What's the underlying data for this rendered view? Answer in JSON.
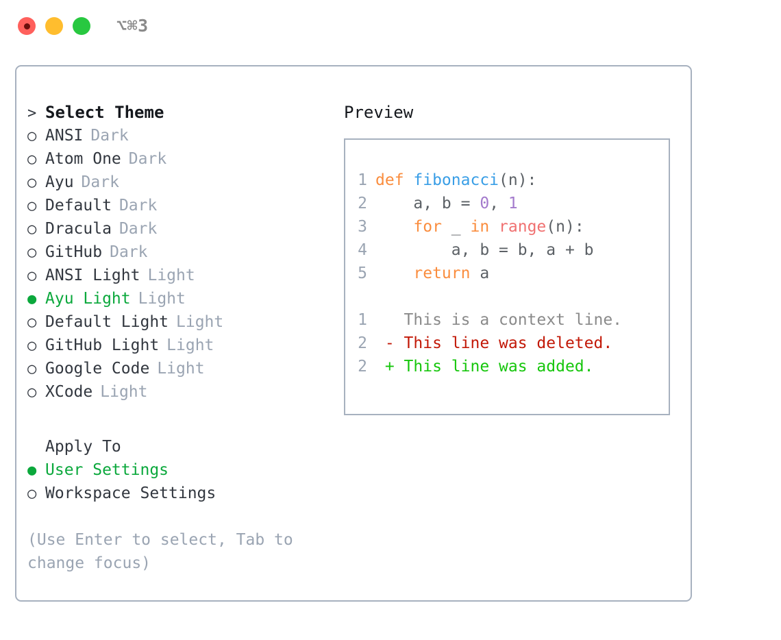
{
  "window": {
    "shortcut": "⌥⌘3",
    "traffic_lights": [
      {
        "name": "close",
        "color": "#ff605c"
      },
      {
        "name": "minimize",
        "color": "#ffbd2e"
      },
      {
        "name": "maximize",
        "color": "#28c840"
      }
    ]
  },
  "colors": {
    "accent_green": "#0ba83c",
    "muted": "#9aa4b2",
    "text": "#32373f",
    "border": "#a7b1bf",
    "diff_add": "#16c60c",
    "diff_del": "#c21807",
    "diff_ctx": "#8a8a8a"
  },
  "theme_picker": {
    "title": "Select Theme",
    "title_marker": ">",
    "marker_selected": "●",
    "marker_unselected": "○",
    "items": [
      {
        "label": "ANSI",
        "variant": "Dark",
        "selected": false
      },
      {
        "label": "Atom One",
        "variant": "Dark",
        "selected": false
      },
      {
        "label": "Ayu",
        "variant": "Dark",
        "selected": false
      },
      {
        "label": "Default",
        "variant": "Dark",
        "selected": false
      },
      {
        "label": "Dracula",
        "variant": "Dark",
        "selected": false
      },
      {
        "label": "GitHub",
        "variant": "Dark",
        "selected": false
      },
      {
        "label": "ANSI Light",
        "variant": "Light",
        "selected": false
      },
      {
        "label": "Ayu Light",
        "variant": "Light",
        "selected": true
      },
      {
        "label": "Default Light",
        "variant": "Light",
        "selected": false
      },
      {
        "label": "GitHub Light",
        "variant": "Light",
        "selected": false
      },
      {
        "label": "Google Code",
        "variant": "Light",
        "selected": false
      },
      {
        "label": "XCode",
        "variant": "Light",
        "selected": false
      }
    ]
  },
  "apply_to": {
    "title": "Apply To",
    "options": [
      {
        "label": "User Settings",
        "selected": true
      },
      {
        "label": "Workspace Settings",
        "selected": false
      }
    ]
  },
  "hint": "(Use Enter to select, Tab to change focus)",
  "preview": {
    "title": "Preview",
    "code_lines": [
      {
        "no": "1",
        "tokens": [
          {
            "text": "def ",
            "type": "kw"
          },
          {
            "text": "fibonacci",
            "type": "fn"
          },
          {
            "text": "(n):",
            "type": "punct"
          }
        ]
      },
      {
        "no": "2",
        "tokens": [
          {
            "text": "    a, b = ",
            "type": "plain"
          },
          {
            "text": "0",
            "type": "num"
          },
          {
            "text": ", ",
            "type": "plain"
          },
          {
            "text": "1",
            "type": "num"
          }
        ]
      },
      {
        "no": "3",
        "tokens": [
          {
            "text": "    ",
            "type": "plain"
          },
          {
            "text": "for",
            "type": "kw"
          },
          {
            "text": " _ ",
            "type": "plain"
          },
          {
            "text": "in",
            "type": "kw"
          },
          {
            "text": " ",
            "type": "plain"
          },
          {
            "text": "range",
            "type": "built"
          },
          {
            "text": "(n):",
            "type": "punct"
          }
        ]
      },
      {
        "no": "4",
        "tokens": [
          {
            "text": "        a, b = b, a + b",
            "type": "plain"
          }
        ]
      },
      {
        "no": "5",
        "tokens": [
          {
            "text": "    ",
            "type": "plain"
          },
          {
            "text": "return",
            "type": "kw"
          },
          {
            "text": " a",
            "type": "plain"
          }
        ]
      }
    ],
    "diff_lines": [
      {
        "no": "1",
        "sign": " ",
        "text": " This is a context line.",
        "kind": "ctx"
      },
      {
        "no": "2",
        "sign": "-",
        "text": " This line was deleted.",
        "kind": "del"
      },
      {
        "no": "2",
        "sign": "+",
        "text": " This line was added.",
        "kind": "add"
      }
    ]
  }
}
